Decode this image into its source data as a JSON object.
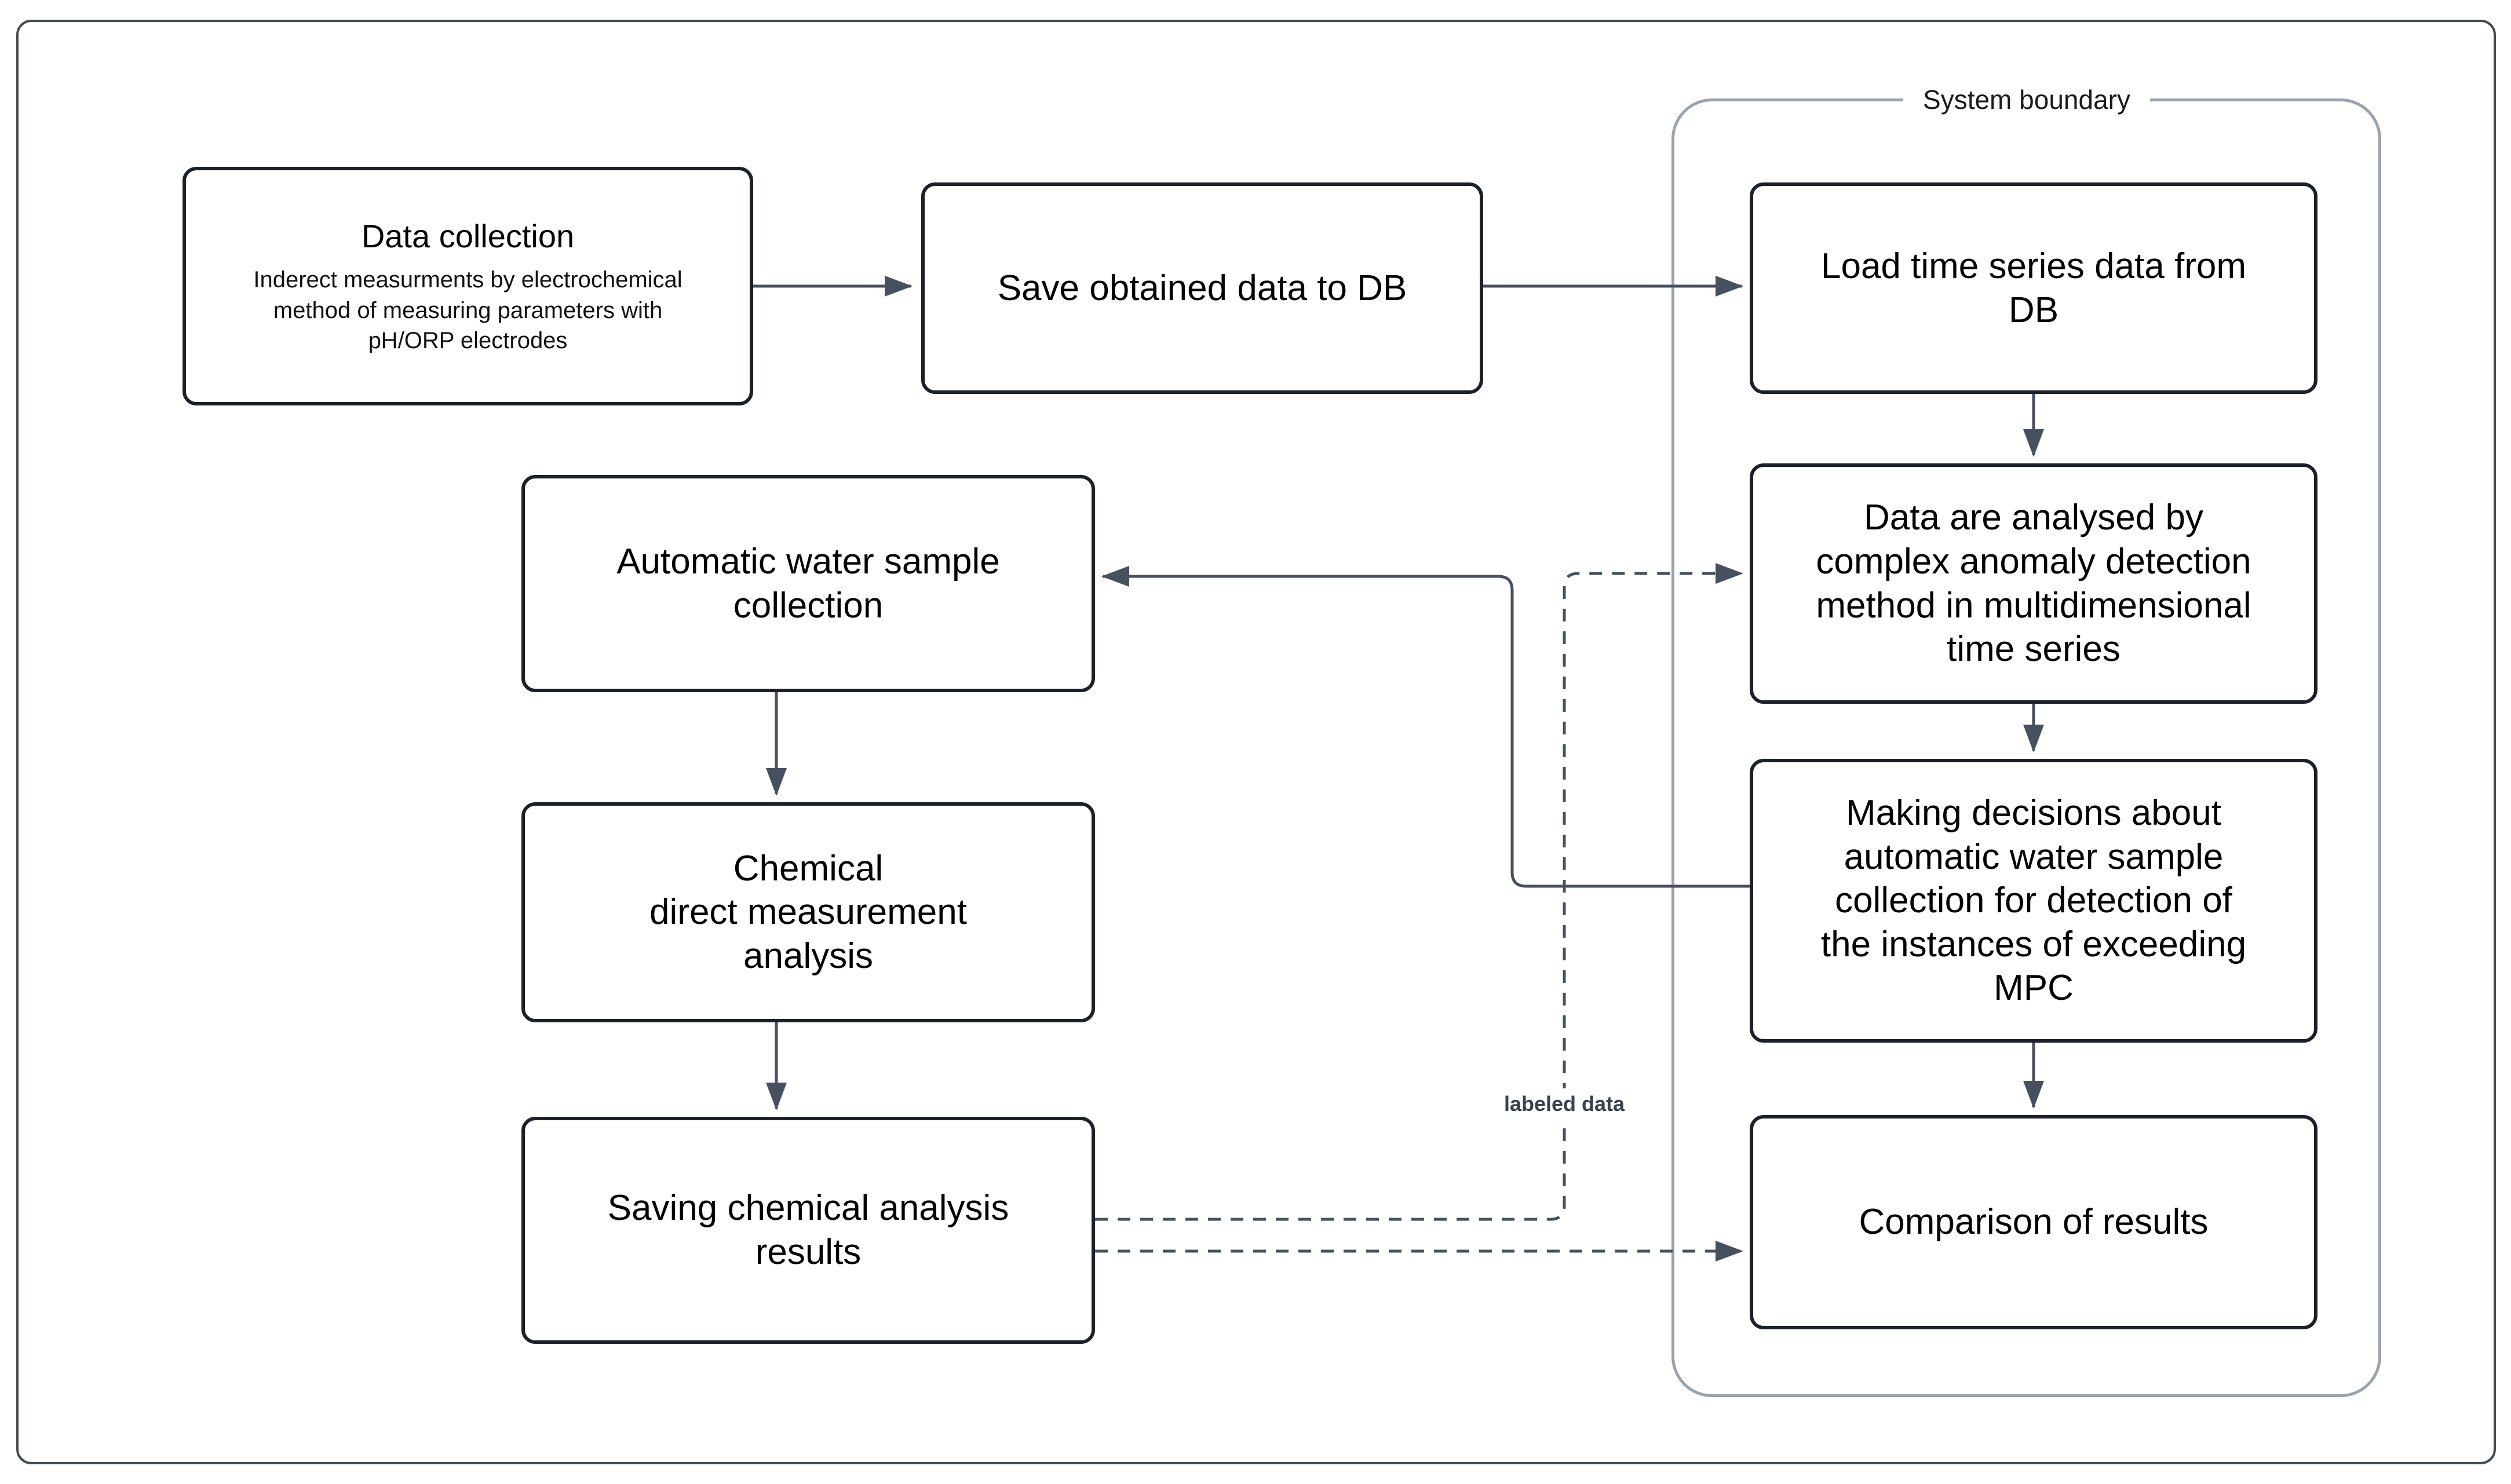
{
  "diagram": {
    "system_boundary_label": "System boundary",
    "labeled_data_label": "labeled data",
    "colors": {
      "node_border": "#1b202a",
      "node_fill": "#ffffff",
      "node_text": "#000000",
      "connector": "#47505e",
      "boundary_border": "#9aa2b0",
      "page_border": "#434b57",
      "labeled_data_text": "#3a414c"
    },
    "nodes": [
      {
        "id": "data-collection",
        "title": "Data collection",
        "subtitle": "Inderect measurments by electrochemical\nmethod of measuring parameters with\npH/ORP electrodes"
      },
      {
        "id": "save-db",
        "label": "Save obtained data to DB"
      },
      {
        "id": "load-db",
        "label": "Load time series data from\nDB"
      },
      {
        "id": "analysed",
        "label": "Data are analysed by\ncomplex anomaly detection\nmethod in multidimensional\ntime series"
      },
      {
        "id": "decisions",
        "label": "Making decisions about\nautomatic water sample\ncollection for detection of\nthe instances of exceeding\nMPC"
      },
      {
        "id": "comparison",
        "label": "Comparison of results"
      },
      {
        "id": "auto-sample",
        "label": "Automatic water sample\ncollection"
      },
      {
        "id": "chemical",
        "label": "Chemical\ndirect measurement\nanalysis"
      },
      {
        "id": "saving-results",
        "label": "Saving chemical analysis\nresults"
      }
    ],
    "edges": [
      {
        "from": "data-collection",
        "to": "save-db",
        "style": "solid"
      },
      {
        "from": "save-db",
        "to": "load-db",
        "style": "solid"
      },
      {
        "from": "load-db",
        "to": "analysed",
        "style": "solid"
      },
      {
        "from": "analysed",
        "to": "decisions",
        "style": "solid"
      },
      {
        "from": "decisions",
        "to": "comparison",
        "style": "solid"
      },
      {
        "from": "decisions",
        "to": "auto-sample",
        "style": "solid"
      },
      {
        "from": "auto-sample",
        "to": "chemical",
        "style": "solid"
      },
      {
        "from": "chemical",
        "to": "saving-results",
        "style": "solid"
      },
      {
        "from": "saving-results",
        "to": "analysed",
        "style": "dashed",
        "label": "labeled data"
      },
      {
        "from": "saving-results",
        "to": "comparison",
        "style": "dashed"
      }
    ]
  }
}
